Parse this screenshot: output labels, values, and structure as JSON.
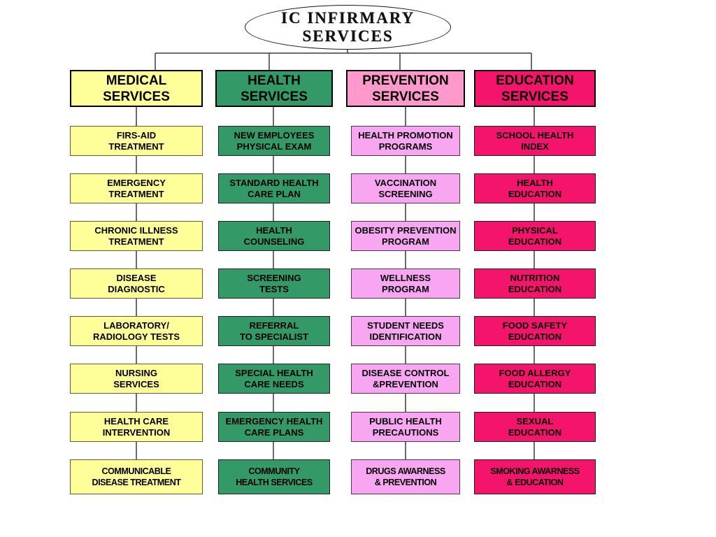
{
  "title": {
    "line1": "IC INFIRMARY",
    "line2": "SERVICES"
  },
  "colors": {
    "medical": "#FFFF99",
    "health": "#339966",
    "prevention_header": "#FF99CC",
    "prevention_body": "#F9A6F2",
    "education": "#F5146C",
    "connector": "#3a3a3a"
  },
  "columns": [
    {
      "id": "medical-services",
      "header": {
        "line1": "MEDICAL",
        "line2": "SERVICES"
      },
      "items": [
        {
          "line1": "FIRS-AID",
          "line2": "TREATMENT"
        },
        {
          "line1": "EMERGENCY",
          "line2": "TREATMENT"
        },
        {
          "line1": "CHRONIC ILLNESS",
          "line2": "TREATMENT"
        },
        {
          "line1": "DISEASE",
          "line2": "DIAGNOSTIC"
        },
        {
          "line1": "LABORATORY/",
          "line2": "RADIOLOGY TESTS"
        },
        {
          "line1": "NURSING",
          "line2": "SERVICES"
        },
        {
          "line1": "HEALTH CARE",
          "line2": "INTERVENTION"
        },
        {
          "line1": "COMMUNICABLE",
          "line2": "DISEASE TREATMENT"
        }
      ]
    },
    {
      "id": "health-services",
      "header": {
        "line1": "HEALTH",
        "line2": "SERVICES"
      },
      "items": [
        {
          "line1": "NEW EMPLOYEES",
          "line2": "PHYSICAL EXAM"
        },
        {
          "line1": "STANDARD HEALTH",
          "line2": "CARE PLAN"
        },
        {
          "line1": "HEALTH",
          "line2": "COUNSELING"
        },
        {
          "line1": "SCREENING",
          "line2": "TESTS"
        },
        {
          "line1": "REFERRAL",
          "line2": "TO SPECIALIST"
        },
        {
          "line1": "SPECIAL HEALTH",
          "line2": "CARE NEEDS"
        },
        {
          "line1": "EMERGENCY HEALTH",
          "line2": "CARE PLANS"
        },
        {
          "line1": "COMMUNITY",
          "line2": "HEALTH SERVICES"
        }
      ]
    },
    {
      "id": "prevention-services",
      "header": {
        "line1": "PREVENTION",
        "line2": "SERVICES"
      },
      "items": [
        {
          "line1": "HEALTH PROMOTION",
          "line2": "PROGRAMS"
        },
        {
          "line1": "VACCINATION",
          "line2": "SCREENING"
        },
        {
          "line1": "OBESITY PREVENTION",
          "line2": "PROGRAM"
        },
        {
          "line1": "WELLNESS",
          "line2": "PROGRAM"
        },
        {
          "line1": "STUDENT NEEDS",
          "line2": "IDENTIFICATION"
        },
        {
          "line1": "DISEASE CONTROL",
          "line2": "&PREVENTION"
        },
        {
          "line1": "PUBLIC HEALTH",
          "line2": "PRECAUTIONS"
        },
        {
          "line1": "DRUGS AWARNESS",
          "line2": "& PREVENTION"
        }
      ]
    },
    {
      "id": "education-services",
      "header": {
        "line1": "EDUCATION",
        "line2": "SERVICES"
      },
      "items": [
        {
          "line1": "SCHOOL HEALTH",
          "line2": "INDEX"
        },
        {
          "line1": "HEALTH",
          "line2": "EDUCATION"
        },
        {
          "line1": "PHYSICAL",
          "line2": "EDUCATION"
        },
        {
          "line1": "NUTRITION",
          "line2": "EDUCATION"
        },
        {
          "line1": "FOOD SAFETY",
          "line2": "EDUCATION"
        },
        {
          "line1": "FOOD ALLERGY",
          "line2": "EDUCATION"
        },
        {
          "line1": "SEXUAL",
          "line2": "EDUCATION"
        },
        {
          "line1": "SMOKING AWARNESS",
          "line2": "& EDUCATION"
        }
      ]
    }
  ]
}
